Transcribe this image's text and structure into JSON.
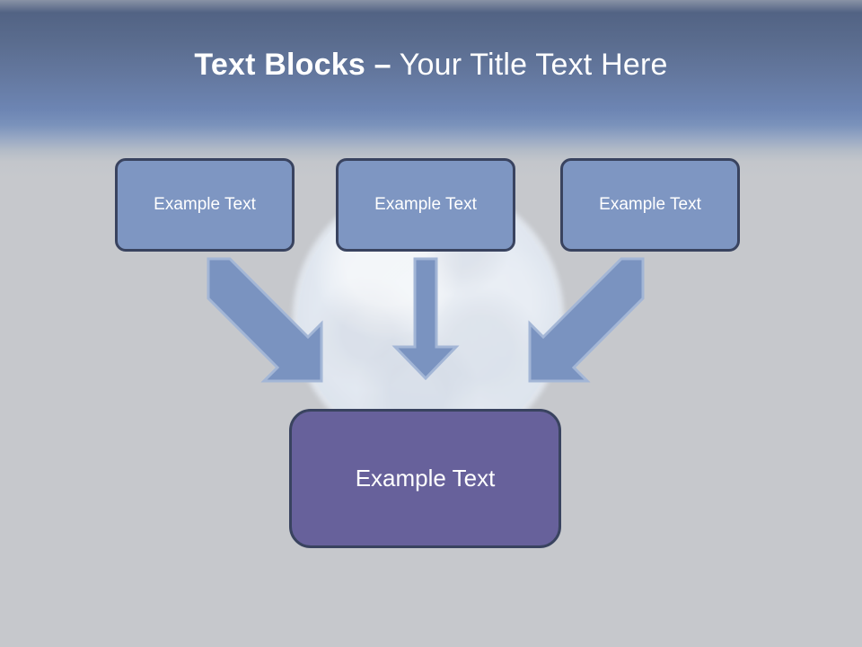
{
  "slide": {
    "title_strong": "Text Blocks –",
    "title_light": " Your Title Text Here",
    "background_top_color": "#4a5c7d",
    "background_mid_color": "#6d85b3",
    "background_body_color": "#c6c8cc"
  },
  "diagram": {
    "top_boxes": [
      {
        "label": "Example Text",
        "fill": "#7e96c2",
        "border": "#39435f"
      },
      {
        "label": "Example Text",
        "fill": "#7e96c2",
        "border": "#39435f"
      },
      {
        "label": "Example Text",
        "fill": "#7e96c2",
        "border": "#39435f"
      }
    ],
    "bottom_box": {
      "label": "Example Text",
      "fill": "#67619b",
      "border": "#39435f"
    },
    "arrows": [
      {
        "name": "arrow-down-right",
        "fill": "#7a93c0",
        "outline": "#9db2d4"
      },
      {
        "name": "arrow-down",
        "fill": "#7a93c0",
        "outline": "#9db2d4"
      },
      {
        "name": "arrow-down-left",
        "fill": "#7a93c0",
        "outline": "#9db2d4"
      }
    ],
    "background_image": "moon-photo"
  }
}
